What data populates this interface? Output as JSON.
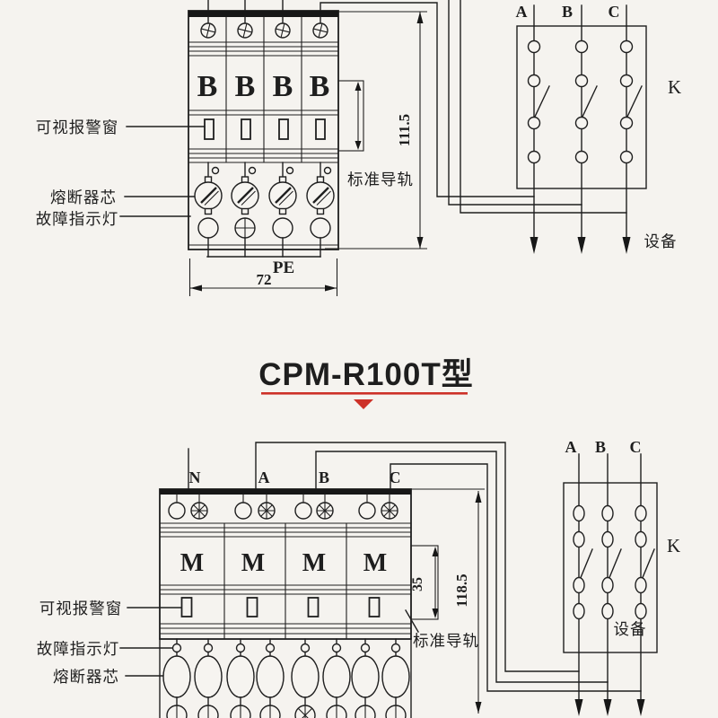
{
  "title": {
    "text": "CPM-R100T型"
  },
  "colors": {
    "ink": "#1f1f1f",
    "red": "#cd3128",
    "bg": "#f5f3ef"
  },
  "top": {
    "callouts": {
      "alarm_window": "可视报警窗",
      "fuse_core": "熔断器芯",
      "fault_indicator": "故障指示灯"
    },
    "device": {
      "modules": [
        "B",
        "B",
        "B",
        "B"
      ],
      "pe": "PE",
      "width_dim": "72",
      "height_dim": "111.5",
      "rail": "标准导轨"
    },
    "schematic": {
      "phases": [
        "A",
        "B",
        "C"
      ],
      "switch": "K",
      "load": "设备"
    }
  },
  "bottom": {
    "callouts": {
      "alarm_window": "可视报警窗",
      "fault_indicator": "故障指示灯",
      "fuse_core": "熔断器芯"
    },
    "device": {
      "wires": [
        "N",
        "A",
        "B",
        "C"
      ],
      "modules": [
        "M",
        "M",
        "M",
        "M"
      ],
      "module_width_dim": "35",
      "height_dim": "118.5",
      "rail": "标准导轨"
    },
    "schematic": {
      "phases": [
        "A",
        "B",
        "C"
      ],
      "switch": "K",
      "load": "设备"
    }
  }
}
